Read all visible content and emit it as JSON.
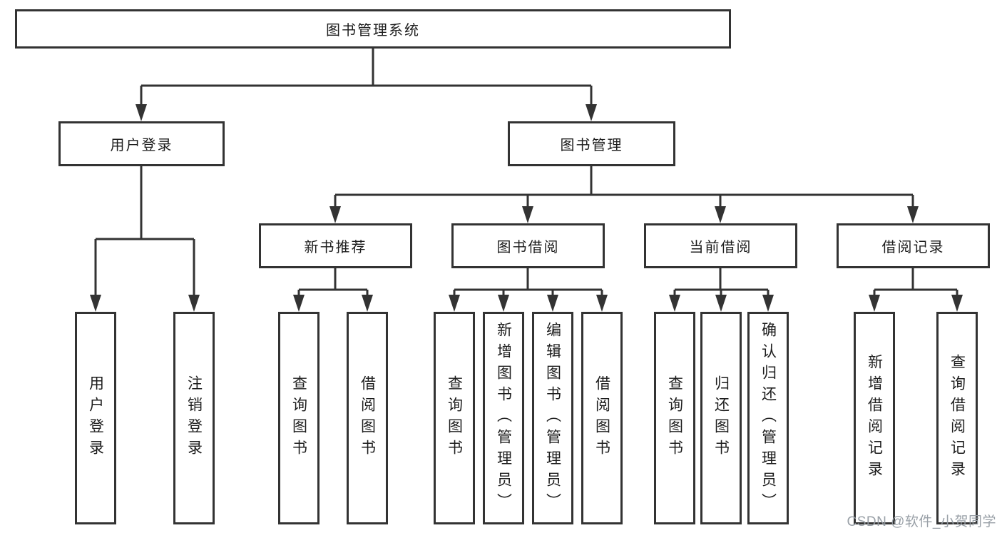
{
  "tree": {
    "root": {
      "label": "图书管理系统",
      "children": [
        {
          "label": "用户登录",
          "children": [
            {
              "label": "用户登录"
            },
            {
              "label": "注销登录"
            }
          ]
        },
        {
          "label": "图书管理",
          "children": [
            {
              "label": "新书推荐",
              "children": [
                {
                  "label": "查询图书"
                },
                {
                  "label": "借阅图书"
                }
              ]
            },
            {
              "label": "图书借阅",
              "children": [
                {
                  "label": "查询图书"
                },
                {
                  "label": "新增图书（管理员）"
                },
                {
                  "label": "编辑图书（管理员）"
                },
                {
                  "label": "借阅图书"
                }
              ]
            },
            {
              "label": "当前借阅",
              "children": [
                {
                  "label": "查询图书"
                },
                {
                  "label": "归还图书"
                },
                {
                  "label": "确认归还（管理员）"
                }
              ]
            },
            {
              "label": "借阅记录",
              "children": [
                {
                  "label": "新增借阅记录"
                },
                {
                  "label": "查询借阅记录"
                }
              ]
            }
          ]
        }
      ]
    }
  },
  "watermark": {
    "text": "CSDN @软件_小贺同学"
  },
  "colors": {
    "line": "#333333",
    "box_border": "#333333",
    "text": "#1d1d1d",
    "watermark": "#949ba2",
    "background": "#ffffff"
  }
}
